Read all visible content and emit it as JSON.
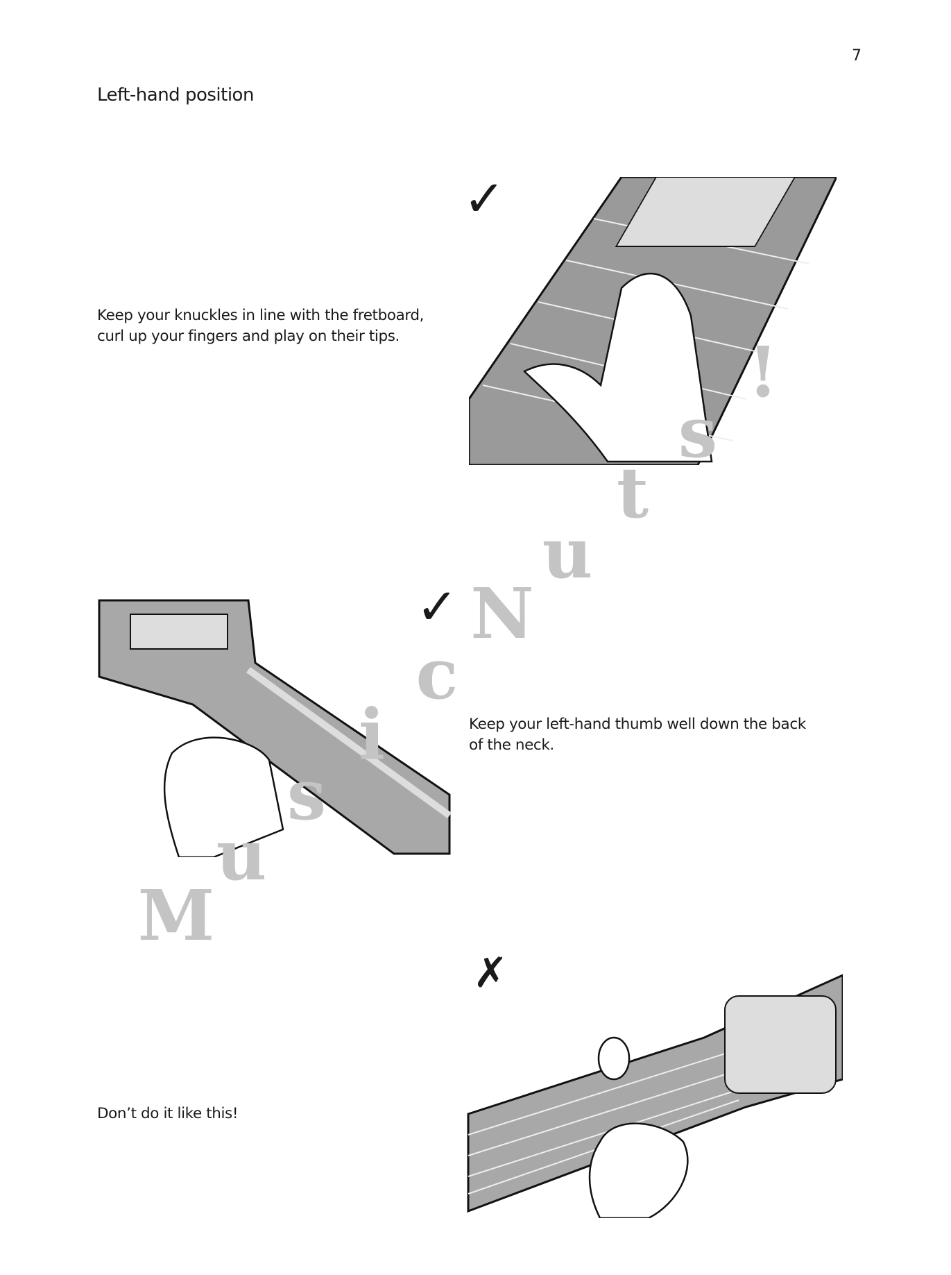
{
  "page_number": "7",
  "title": "Left-hand position",
  "sections": [
    {
      "mark": "✓",
      "mark_meaning": "correct",
      "text_lines": [
        "Keep your knuckles in line with the fretboard,",
        "curl up your fingers and play on their tips."
      ]
    },
    {
      "mark": "✓",
      "mark_meaning": "correct",
      "text_lines": [
        "Keep your left-hand thumb well down the back",
        "of the neck."
      ]
    },
    {
      "mark": "✗",
      "mark_meaning": "incorrect",
      "text_lines": [
        "Don’t do it like this!"
      ]
    }
  ],
  "watermark": "MusicNuts!",
  "colors": {
    "fretboard": "#9a9a9a",
    "neck": "#a8a8a8",
    "watermark": "#c4c4c4"
  }
}
